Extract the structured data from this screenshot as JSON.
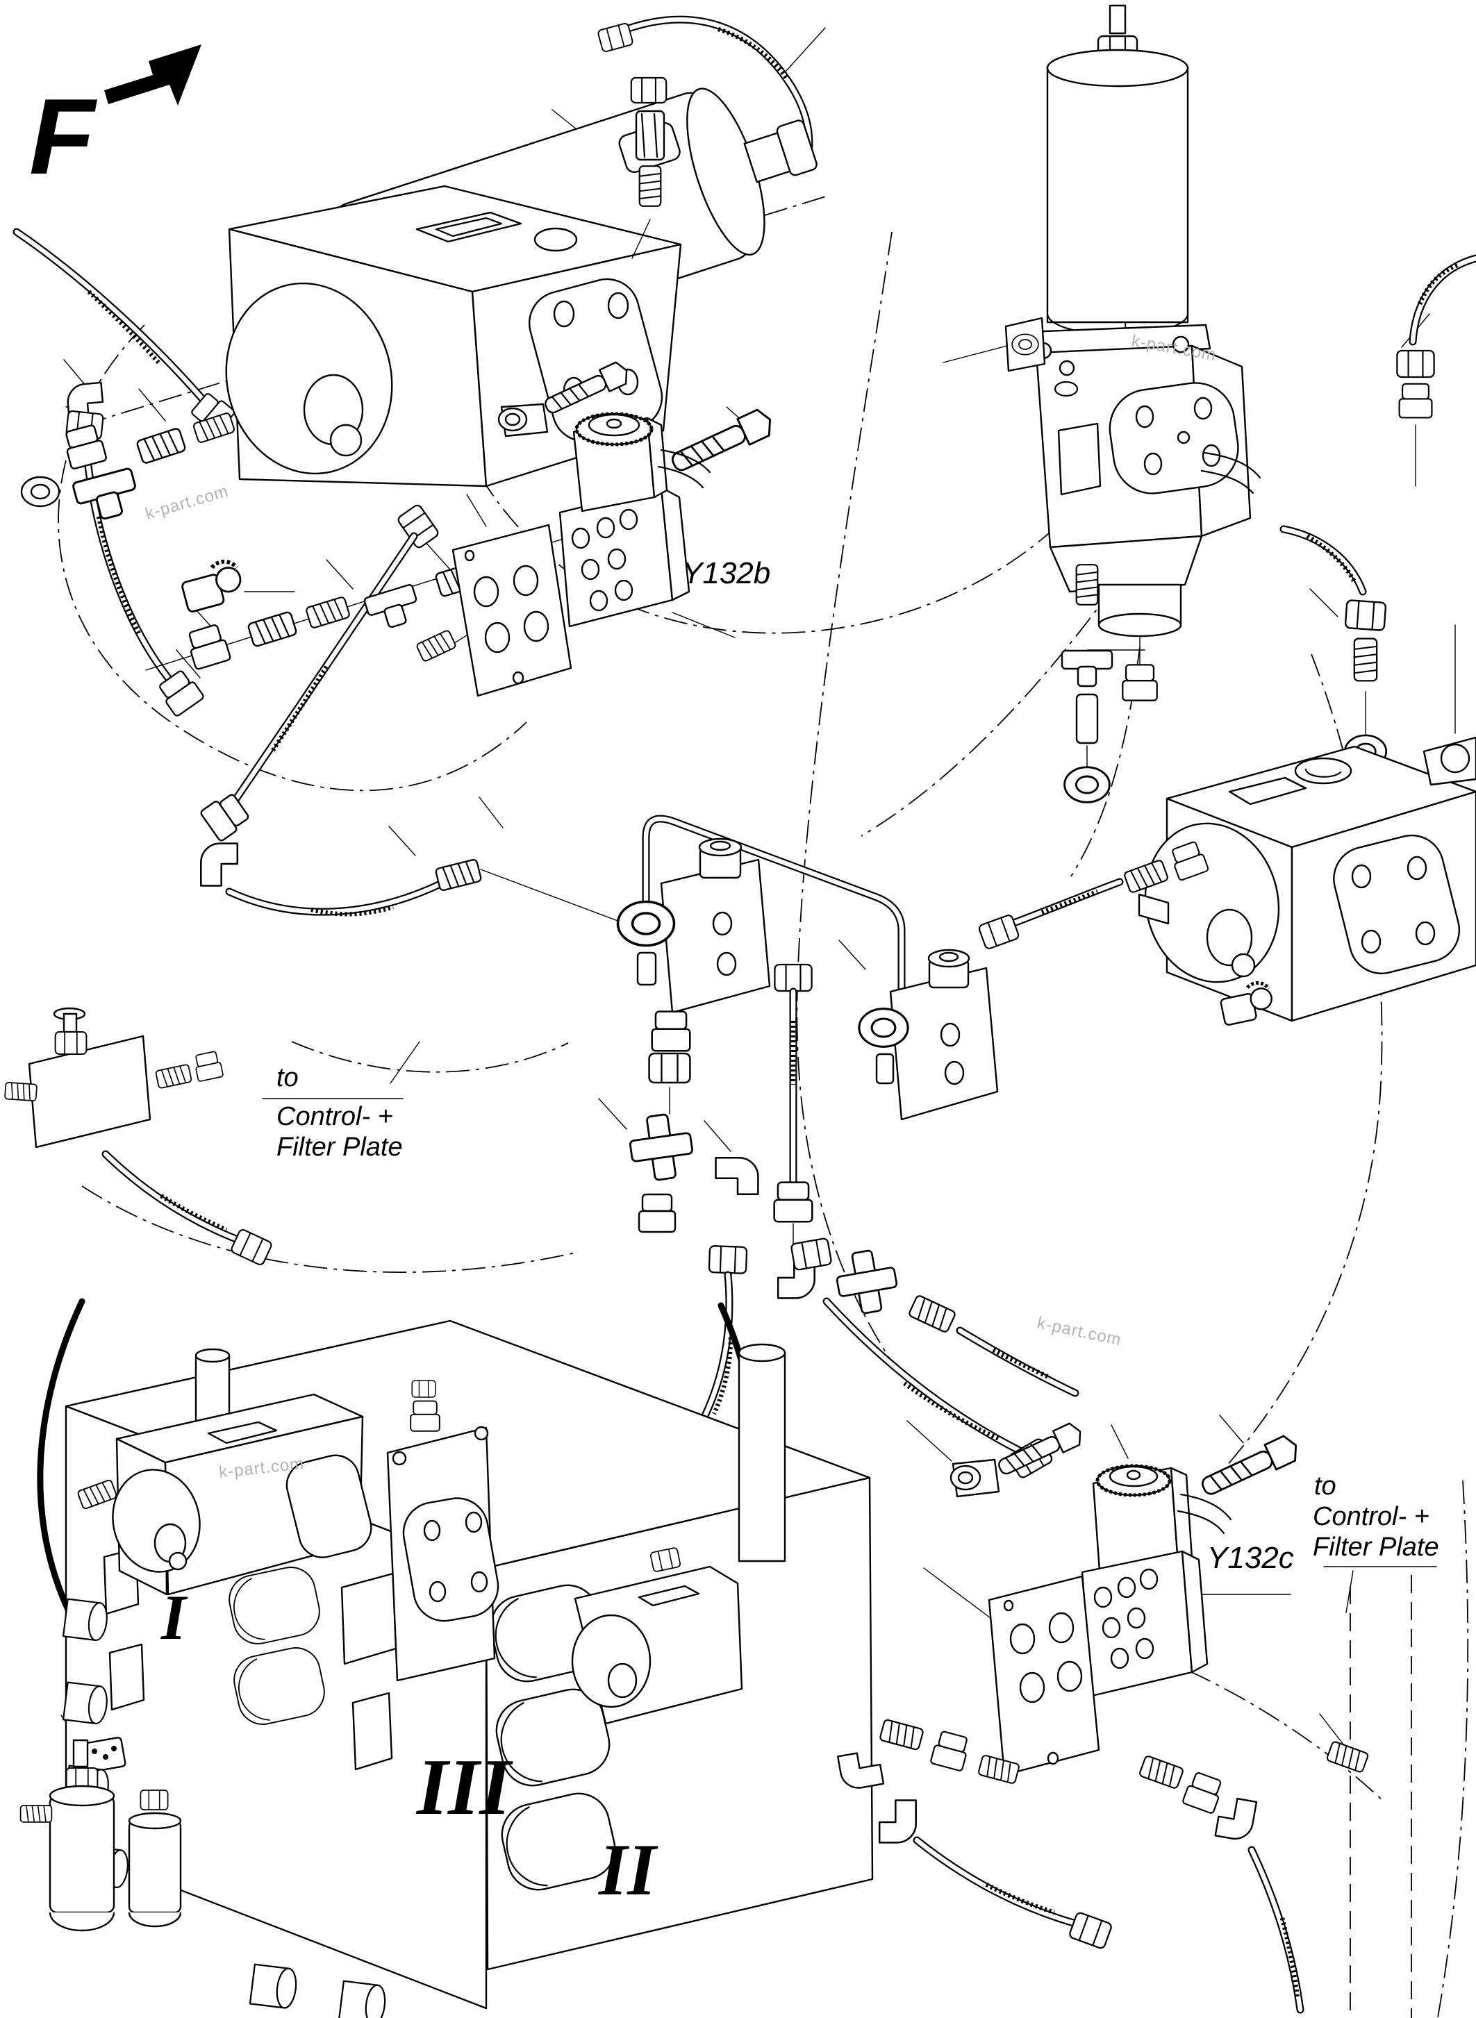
{
  "colors": {
    "background": "#ffffff",
    "line": "#000000",
    "watermark": "#b3b3b3"
  },
  "view_arrow": {
    "label": "F"
  },
  "part_labels": {
    "solenoid_valve_b": "Y132b",
    "solenoid_valve_c": "Y132c"
  },
  "reference_notes": {
    "left": {
      "line1": "to",
      "line2": "Control- +",
      "line3": "Filter Plate"
    },
    "right": {
      "line1": "to",
      "line2": "Control- +",
      "line3": "Filter Plate"
    }
  },
  "section_markers": {
    "one": "I",
    "two": "II",
    "three": "III"
  },
  "watermark": {
    "text": "k-part.com"
  }
}
